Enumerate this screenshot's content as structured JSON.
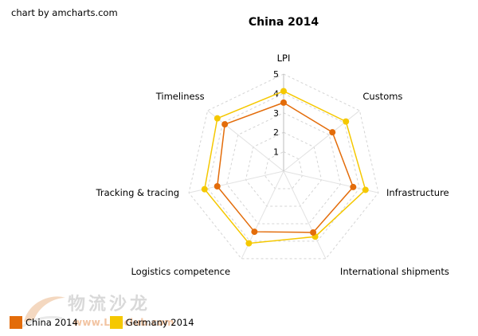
{
  "credit": "chart by amcharts.com",
  "watermark": {
    "cn_text": "物流沙龙",
    "url": "www.Logclub.com"
  },
  "chart_data": {
    "type": "radar",
    "title": "China 2014",
    "axes": [
      "LPI",
      "Customs",
      "Infrastructure",
      "International shipments",
      "Logistics competence",
      "Tracking & tracing",
      "Timeliness"
    ],
    "scale": {
      "min": 0,
      "max": 5,
      "ticks": [
        1,
        2,
        3,
        4,
        5
      ]
    },
    "grid": true,
    "legend_position": "bottom-left",
    "series": [
      {
        "name": "China 2014",
        "color": "#e36c0a",
        "values": [
          3.53,
          3.21,
          3.67,
          3.5,
          3.46,
          3.5,
          3.87
        ]
      },
      {
        "name": "Germany 2014",
        "color": "#f5c800",
        "values": [
          4.12,
          4.1,
          4.32,
          3.74,
          4.12,
          4.17,
          4.36
        ]
      }
    ]
  }
}
